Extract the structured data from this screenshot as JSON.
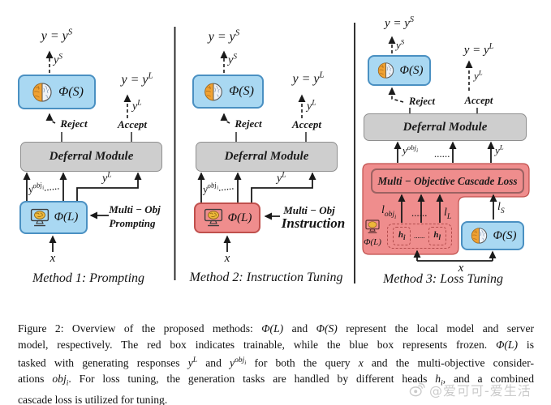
{
  "colors": {
    "blue_fill": "#a9d8f2",
    "blue_border": "#4a90c2",
    "red_fill": "#ef8d8d",
    "red_border": "#c0504d",
    "gray_fill": "#cecece",
    "gray_border": "#8f8f8f",
    "cascade_border": "#9c6262",
    "dashed_red": "#b34d4d",
    "line": "#1a1a1a",
    "watermark": "#cbcbcb"
  },
  "labels": {
    "y_eq_yS": {
      "pre": "y = y",
      "sup": "S"
    },
    "yS": {
      "pre": "y",
      "sup": "S"
    },
    "y_eq_yL": {
      "pre": "y = y",
      "sup": "L"
    },
    "yL": {
      "pre": "y",
      "sup": "L"
    },
    "y_obj": {
      "pre": "y",
      "sup": "obj",
      "supsub": "i"
    },
    "dots": "......",
    "reject": "Reject",
    "accept": "Accept",
    "deferral": "Deferral Module",
    "phi_S": "Φ(S)",
    "phi_L": "Φ(L)",
    "x": "x"
  },
  "method1": {
    "side_line1": "Multi − Obj",
    "side_line2": "Prompting",
    "caption": "Method 1: Prompting"
  },
  "method2": {
    "side_line1": "Multi − Obj",
    "side_line2": "Instruction",
    "caption": "Method 2: Instruction Tuning"
  },
  "method3": {
    "caption": "Method 3: Loss Tuning",
    "cascade_loss": "Multi − Objective Cascade Loss",
    "l_obj": {
      "pre": "l",
      "sub": "obj",
      "subsub": "i"
    },
    "l_L": {
      "pre": "l",
      "sub": "L"
    },
    "l_S": {
      "pre": "l",
      "sub": "S"
    },
    "h_i": {
      "pre": "h",
      "sub": "i"
    },
    "h_l": {
      "pre": "h",
      "sub": "l"
    }
  },
  "figure_caption": {
    "lines": [
      [
        {
          "k": "n",
          "t": "Figure 2: Overview of the proposed methods: "
        },
        {
          "k": "m",
          "t": "Φ(L)"
        },
        {
          "k": "n",
          "t": " and "
        },
        {
          "k": "m",
          "t": "Φ(S)"
        },
        {
          "k": "n",
          "t": " represent the local model and server"
        }
      ],
      [
        {
          "k": "n",
          "t": "model, respectively. The red box indicates trainable, while the blue box represents frozen. "
        },
        {
          "k": "m",
          "t": "Φ(L)"
        },
        {
          "k": "n",
          "t": " is"
        }
      ],
      [
        {
          "k": "n",
          "t": "tasked with generating responses "
        },
        {
          "k": "m",
          "t": "y"
        },
        {
          "k": "sup",
          "t": "L"
        },
        {
          "k": "n",
          "t": " and "
        },
        {
          "k": "m",
          "t": "y"
        },
        {
          "k": "sup",
          "t": "obj"
        },
        {
          "k": "supsub",
          "t": "i"
        },
        {
          "k": "n",
          "t": " for both the query "
        },
        {
          "k": "m",
          "t": "x"
        },
        {
          "k": "n",
          "t": " and the multi-objective consider-"
        }
      ],
      [
        {
          "k": "n",
          "t": "ations "
        },
        {
          "k": "m",
          "t": "obj"
        },
        {
          "k": "sub",
          "t": "i"
        },
        {
          "k": "n",
          "t": ". For loss tuning, the generation tasks are handled by different heads "
        },
        {
          "k": "m",
          "t": "h"
        },
        {
          "k": "sub",
          "t": "i"
        },
        {
          "k": "n",
          "t": ", and a combined"
        }
      ],
      [
        {
          "k": "n",
          "t": "cascade loss is utilized for tuning."
        }
      ]
    ]
  },
  "watermark": {
    "text": "@爱可可-爱生活"
  }
}
